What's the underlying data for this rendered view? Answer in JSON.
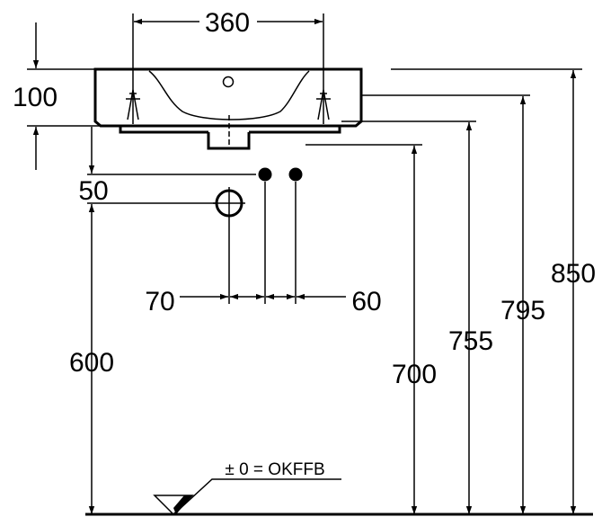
{
  "dimensions": {
    "basin_width": "360",
    "basin_height": "100",
    "drain_offset": "50",
    "left_supply_offset": "70",
    "right_supply_offset": "60",
    "drain_height": "600",
    "supply_height": "700",
    "outlet_height": "755",
    "tap_height": "795",
    "rim_height": "850"
  },
  "floor_reference": "± 0 = OKFFB"
}
